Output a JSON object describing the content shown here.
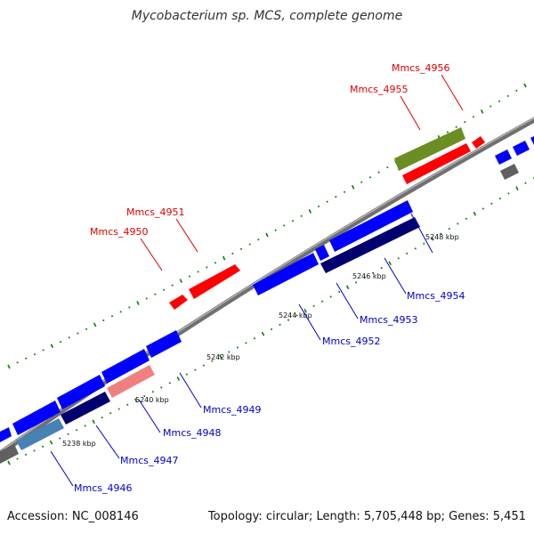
{
  "title": "Mycobacterium sp. MCS, complete genome",
  "footer": {
    "accession": "Accession: NC_008146",
    "summary": "Topology: circular; Length: 5,705,448 bp; Genes: 5,451"
  },
  "colors": {
    "backbone": "#808080",
    "gene_forward_red": "#ff0000",
    "gene_olive": "#6b8e23",
    "gene_blue": "#0000ff",
    "gene_navy": "#000070",
    "gene_steel": "#4682b4",
    "gene_pink": "#f08080",
    "gene_gray": "#606060",
    "tick_green": "#008000",
    "label_red": "#dd0000",
    "label_blue": "#0000cc"
  },
  "scale_labels": [
    "5238 kbp",
    "5240 kbp",
    "5242 kbp",
    "5244 kbp",
    "5246 kbp",
    "5248 kbp"
  ],
  "genes_forward": [
    {
      "label": "Mmcs_4950",
      "color": "red"
    },
    {
      "label": "Mmcs_4951",
      "color": "red"
    },
    {
      "label": "Mmcs_4955",
      "color": "red"
    },
    {
      "label": "Mmcs_4956",
      "color": "olive"
    }
  ],
  "genes_reverse": [
    {
      "label": "Mmcs_4946",
      "color": "steel"
    },
    {
      "label": "Mmcs_4947",
      "color": "navy"
    },
    {
      "label": "Mmcs_4948",
      "color": "pink"
    },
    {
      "label": "Mmcs_4949",
      "color": "blue"
    },
    {
      "label": "Mmcs_4952",
      "color": "blue"
    },
    {
      "label": "Mmcs_4953",
      "color": "navy"
    },
    {
      "label": "Mmcs_4954",
      "color": "navy"
    }
  ]
}
